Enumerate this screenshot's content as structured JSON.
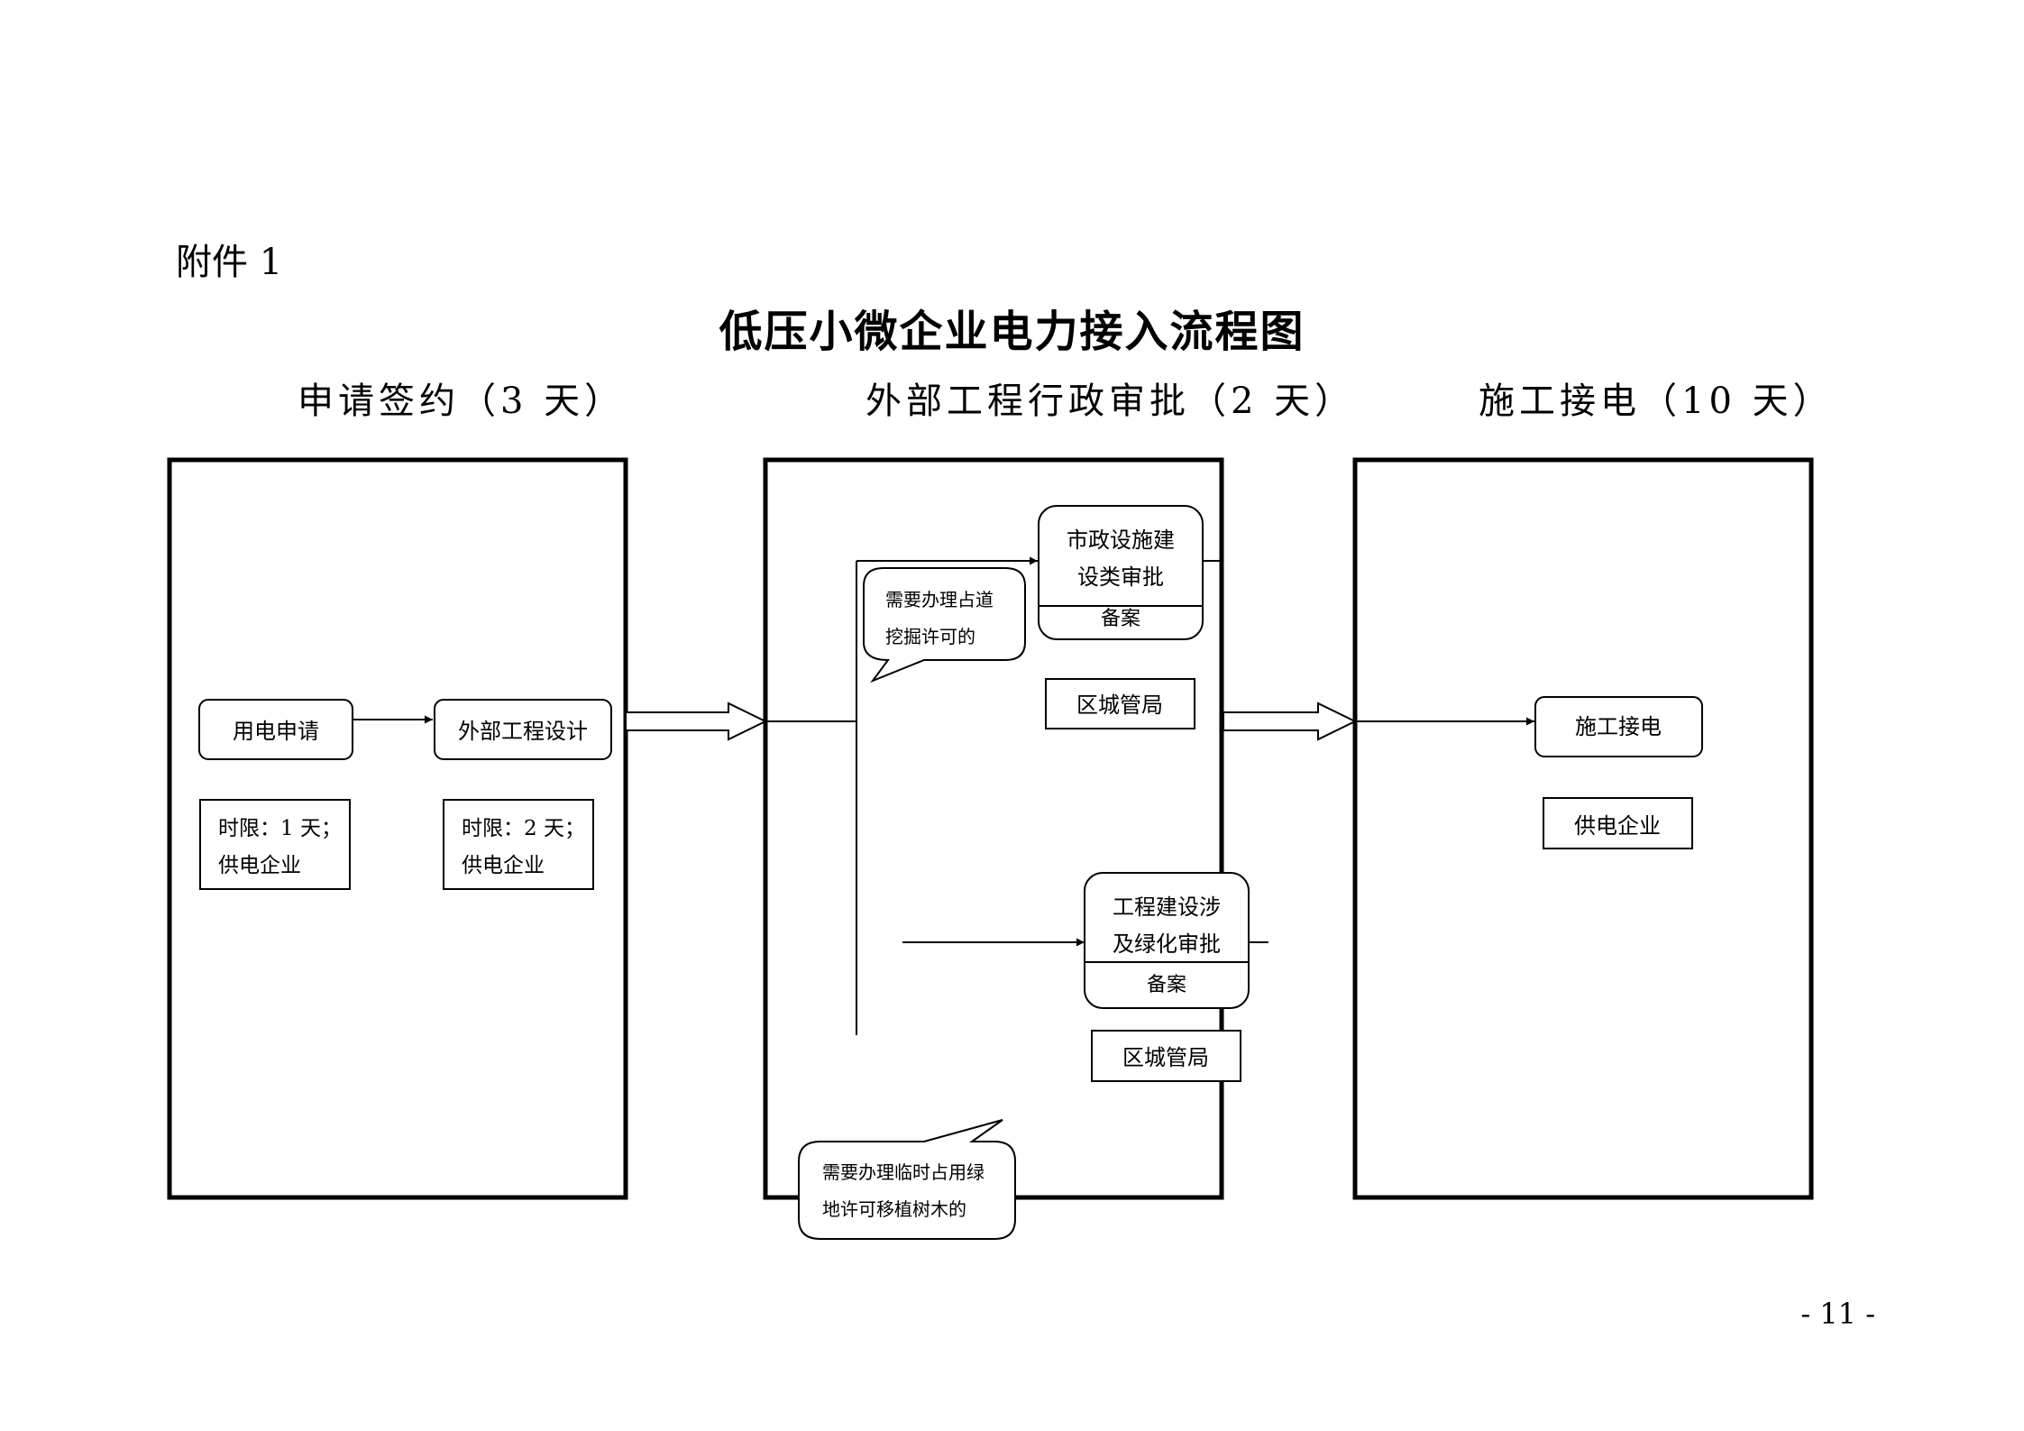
{
  "attachment_label": "附件 1",
  "title": "低压小微企业电力接入流程图",
  "phases": [
    {
      "label": "申请签约（3 天）"
    },
    {
      "label": "外部工程行政审批（2 天）"
    },
    {
      "label": "施工接电（10 天）"
    }
  ],
  "steps": {
    "apply": {
      "label": "用电申请",
      "note_line1": "时限：1 天；",
      "note_line2": "供电企业"
    },
    "design": {
      "label": "外部工程设计",
      "note_line1": "时限：2 天；",
      "note_line2": "供电企业"
    },
    "municipal": {
      "line1": "市政设施建",
      "line2": "设类审批",
      "footer": "备案",
      "agency": "区城管局"
    },
    "greening": {
      "line1": "工程建设涉",
      "line2": "及绿化审批",
      "footer": "备案",
      "agency": "区城管局"
    },
    "connect": {
      "label": "施工接电",
      "agency": "供电企业"
    }
  },
  "callouts": {
    "road": {
      "line1": "需要办理占道",
      "line2": "挖掘许可的"
    },
    "green": {
      "line1": "需要办理临时占用绿",
      "line2": "地许可移植树木的"
    }
  },
  "page_number": "- 11 -"
}
